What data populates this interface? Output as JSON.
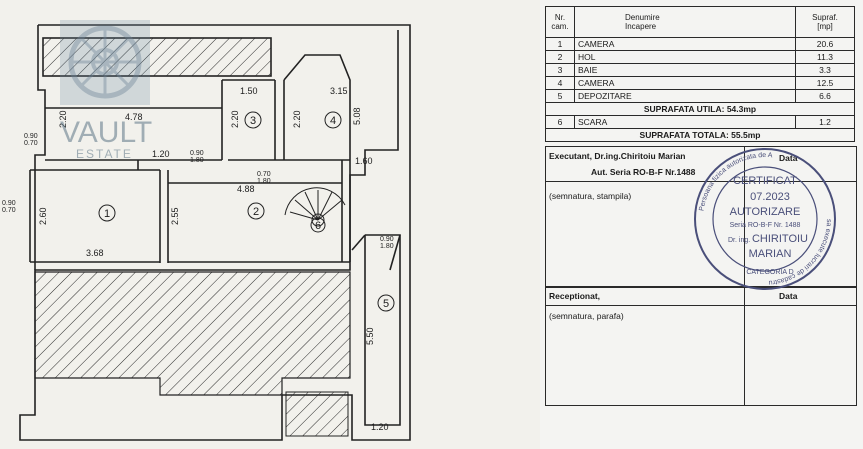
{
  "watermark": {
    "brand": "VAULT",
    "sub": "ESTATE"
  },
  "plan": {
    "dimensions": {
      "d_478": "4.78",
      "d_150": "1.50",
      "d_315": "3.15",
      "d_508": "5.08",
      "d_220a": "2.20",
      "d_220b": "2.20",
      "d_220c": "2.20",
      "d_120": "1.20",
      "d_090_180a": "0.90\n1.80",
      "d_070_180": "0.70\n1.80",
      "d_160": "1.60",
      "d_488": "4.88",
      "d_260": "2.60",
      "d_255": "2.55",
      "d_368": "3.68",
      "d_550": "5.50",
      "d_120b": "1.20",
      "d_090_070": "0.90\n0.70",
      "d_090_070b": "0.90\n0.70",
      "d_090_180b": "0.90\n1.80"
    },
    "rooms": [
      "1",
      "2",
      "3",
      "4",
      "5",
      "6"
    ]
  },
  "table": {
    "headers": {
      "nr": "Nr.",
      "cam": "cam.",
      "denumire": "Denumire",
      "incapere": "Incapere",
      "supraf": "Supraf.",
      "mp": "[mp]"
    },
    "rows": [
      {
        "nr": "1",
        "name": "CAMERA",
        "area": "20.6"
      },
      {
        "nr": "2",
        "name": "HOL",
        "area": "11.3"
      },
      {
        "nr": "3",
        "name": "BAIE",
        "area": "3.3"
      },
      {
        "nr": "4",
        "name": "CAMERA",
        "area": "12.5"
      },
      {
        "nr": "5",
        "name": "DEPOZITARE",
        "area": "6.6"
      }
    ],
    "suprafata_utila": "SUPRAFATA  UTILA: 54.3mp",
    "row6": {
      "nr": "6",
      "name": "SCARA",
      "area": "1.2"
    },
    "suprafata_totala": "SUPRAFATA  TOTALA: 55.5mp"
  },
  "executant": {
    "label": "Executant,  Dr.ing.Chiritoiu  Marian",
    "aut": "Aut.  Seria  RO-B-F  Nr.1488",
    "data": "Data",
    "semnatura": "(semnatura,  stampila)"
  },
  "receptionat": {
    "label": "Receptionat,",
    "data": "Data",
    "semnatura": "(semnatura,  parafa)"
  },
  "stamp": {
    "certificat": "CERTIFICAT",
    "date": "07.2023",
    "autorizare": "AUTORIZARE",
    "seria": "Seria RO-B-F Nr. 1488",
    "name1": "CHIRITOIU",
    "name2": "MARIAN",
    "categoria": "CATEGORIA D",
    "drng": "Dr. ing.",
    "ring_left": "Persoana fizica autorizata de A",
    "ring_top": "sa execute lucrari de cadastru"
  },
  "colors": {
    "ink": "#1d1d1d",
    "stamp": "#4a4f7a",
    "paper": "#f2f1ec"
  }
}
